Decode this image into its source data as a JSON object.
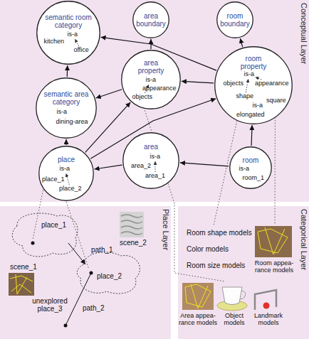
{
  "diagram": {
    "nodes": [
      {
        "text": [
          "Conceptual Layer"
        ]
      },
      {
        "text": [
          "semantic room category",
          "is-a",
          "kitchen",
          "office"
        ],
        "in": 0
      },
      {
        "text": [
          "area boundary"
        ],
        "in": 0
      },
      {
        "text": [
          "room boundary"
        ],
        "in": 0
      },
      {
        "text": [
          "area property",
          "is-a",
          "appearance",
          "objects"
        ],
        "in": 0
      },
      {
        "text": [
          "room property",
          "objects",
          "is-a",
          "appearance",
          "shape",
          "is-a",
          "square",
          "elongated"
        ],
        "in": 0
      },
      {
        "text": [
          "semantic area category",
          "is-a",
          "dining-area"
        ],
        "in": 0
      },
      {
        "text": [
          "place",
          "is-a",
          "place_1",
          "place_2"
        ],
        "in": 0
      },
      {
        "text": [
          "area",
          "is-a",
          "area_2",
          "area_1"
        ],
        "in": 0
      },
      {
        "text": [
          "room",
          "is-a",
          "room_1"
        ],
        "in": 0
      },
      {
        "text": [
          "Place Layer"
        ]
      },
      {
        "text": [
          "Categorical Layer"
        ]
      }
    ],
    "edges": [
      {
        "from": 6,
        "to": 1,
        "arrow": "to"
      },
      {
        "from": 5,
        "to": 1,
        "arrow": "to"
      },
      {
        "from": 4,
        "to": 2,
        "arrow": "to"
      },
      {
        "from": 5,
        "to": 3,
        "arrow": "to"
      },
      {
        "from": 5,
        "to": 4,
        "arrow": "to"
      },
      {
        "from": 4,
        "to": 6,
        "arrow": "to"
      },
      {
        "from": 7,
        "to": 6,
        "arrow": "to"
      },
      {
        "from": 7,
        "to": 4,
        "arrow": "to"
      },
      {
        "from": 7,
        "to": 5,
        "arrow": "to"
      },
      {
        "from": 8,
        "to": 7,
        "arrow": "to"
      },
      {
        "from": 9,
        "to": 8,
        "arrow": "to"
      },
      {
        "from": 9,
        "to": 5,
        "arrow": "to"
      }
    ],
    "labels": [
      "place_1",
      "scene_2",
      "scene_1",
      "path_1",
      "place_2",
      "unexplored place_3",
      "path_2",
      "Room shape models",
      "Color models",
      "Room size models",
      "Room appea- rance models",
      "Area appea- rance models",
      "Object models",
      "Landmark models"
    ]
  }
}
